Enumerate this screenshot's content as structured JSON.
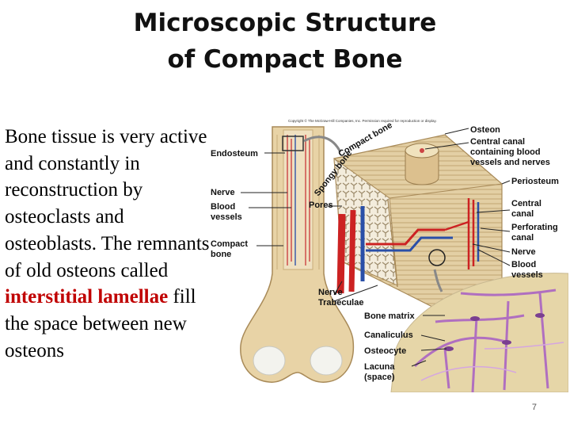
{
  "slide": {
    "title_line1": "Microscopic Structure",
    "title_line2": "of Compact Bone",
    "body_before": "Bone tissue is very active and constantly in reconstruction by osteoclasts and osteoblasts. The remnants of old osteons called ",
    "body_highlight": "interstitial lamellae",
    "body_after": " fill the space between new osteons",
    "highlight_color": "#c00000",
    "page_number": "7"
  },
  "figure": {
    "copyright": "Copyright © The McGraw-Hill Companies, Inc. Permission required for reproduction or display.",
    "labels": {
      "endosteum": "Endosteum",
      "nerve_left": "Nerve",
      "blood_left_1": "Blood",
      "blood_left_2": "vessels",
      "compact_left_1": "Compact",
      "compact_left_2": "bone",
      "spongy_bone": "Spongy bone",
      "compact_bone_rot": "Compact bone",
      "pores": "Pores",
      "osteon": "Osteon",
      "central_canal_1": "Central canal",
      "central_canal_2": "containing blood",
      "central_canal_3": "vessels and nerves",
      "periosteum": "Periosteum",
      "central_canal_b1": "Central",
      "central_canal_b2": "canal",
      "perforating_1": "Perforating",
      "perforating_2": "canal",
      "nerve_right": "Nerve",
      "blood_right_1": "Blood",
      "blood_right_2": "vessels",
      "nerve_bottom": "Nerve",
      "trabeculae": "Trabeculae",
      "bone_matrix": "Bone matrix",
      "canaliculus": "Canaliculus",
      "osteocyte": "Osteocyte",
      "lacuna_1": "Lacuna",
      "lacuna_2": "(space)"
    }
  }
}
